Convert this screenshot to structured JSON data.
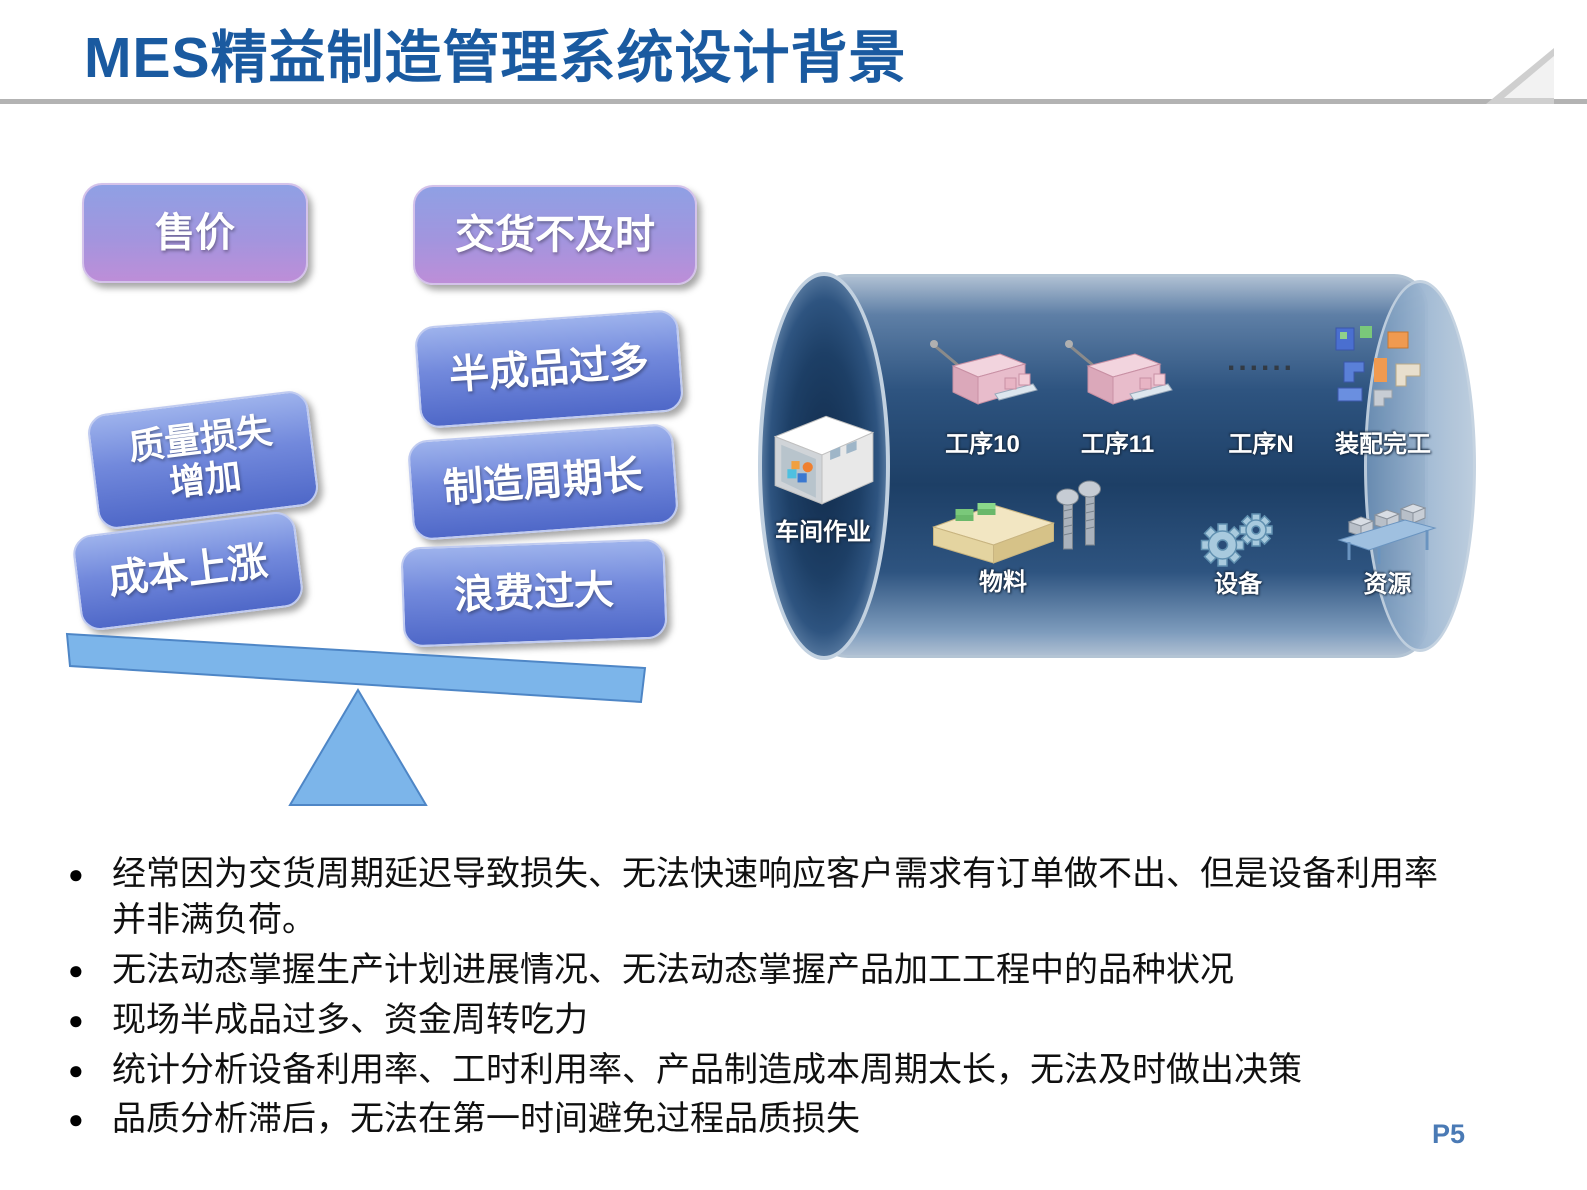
{
  "title": "MES精益制造管理系统设计背景",
  "page_number": "P5",
  "seesaw": {
    "boxes": {
      "shoujia": {
        "label": "售价"
      },
      "jiaohuo": {
        "label": "交货不及时"
      },
      "banchengpin": {
        "label": "半成品过多"
      },
      "zhiliang": {
        "line1": "质量损失",
        "line2": "增加"
      },
      "zhizao": {
        "label": "制造周期长"
      },
      "chengben": {
        "label": "成本上涨"
      },
      "langfei": {
        "label": "浪费过大"
      }
    }
  },
  "pipeline": {
    "workshop_label": "车间作业",
    "process10_label": "工序10",
    "process11_label": "工序11",
    "dots": "......",
    "processN_label": "工序N",
    "assembly_label": "装配完工",
    "material_label": "物料",
    "equipment_label": "设备",
    "resource_label": "资源"
  },
  "bullets": [
    "经常因为交货周期延迟导致损失、无法快速响应客户需求有订单做不出、但是设备利用率并非满负荷。",
    "无法动态掌握生产计划进展情况、无法动态掌握产品加工工程中的品种状况",
    "现场半成品过多、资金周转吃力",
    "统计分析设备利用率、工时利用率、产品制造成本周期太长，无法及时做出决策",
    "品质分析滞后，无法在第一时间避免过程品质损失"
  ],
  "colors": {
    "title": "#1a5aa0",
    "box_blue_top": "#9db2ec",
    "box_blue_bottom": "#4f68c8",
    "box_purple_top": "#8fa0e4",
    "box_purple_bottom": "#bd8ed8",
    "seesaw_fill": "#7cb5ea",
    "seesaw_stroke": "#4e86c6",
    "cylinder_dark": "#1d3f66",
    "cylinder_light": "#aebfd2",
    "page_number": "#4a7ab5"
  }
}
